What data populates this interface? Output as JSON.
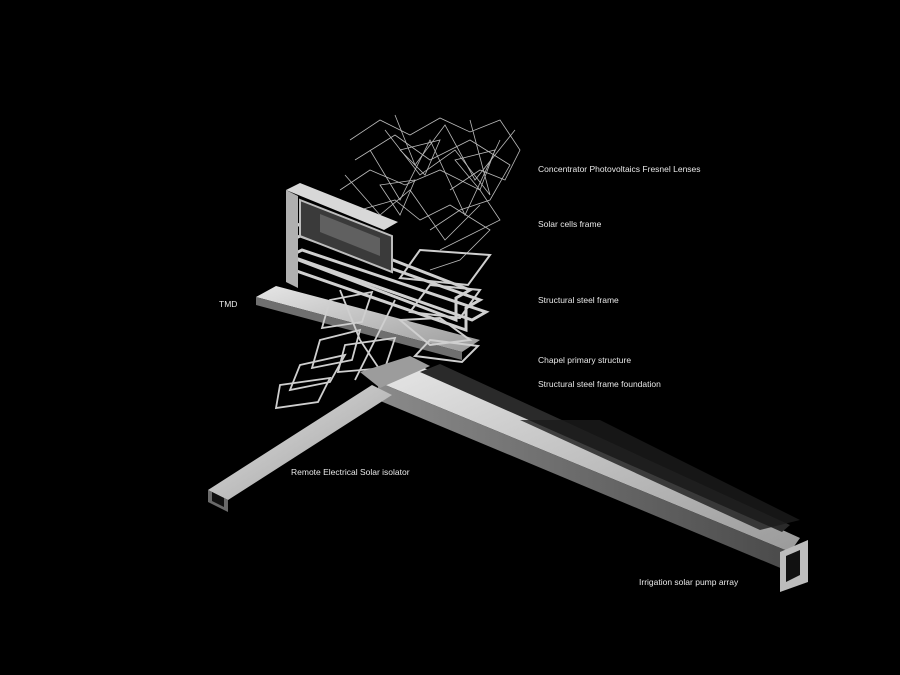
{
  "labels": {
    "cpv": "Concentrator Photovoltaics Fresnel Lenses",
    "solar_cells_frame": "Solar cells frame",
    "structural_steel_frame": "Structural steel frame",
    "tmd": "TMD",
    "chapel_primary": "Chapel primary structure",
    "steel_frame_foundation": "Structural steel frame foundation",
    "remote_isolator": "Remote Electrical Solar isolator",
    "irrigation": "Irrigation solar pump array"
  },
  "colors": {
    "background": "#000000",
    "structure_light": "#d9d9d9",
    "structure_mid": "#a8a8a8",
    "structure_dark": "#5a5a5a",
    "wire": "#cfcfcf",
    "label_text": "#e8e8e8"
  }
}
